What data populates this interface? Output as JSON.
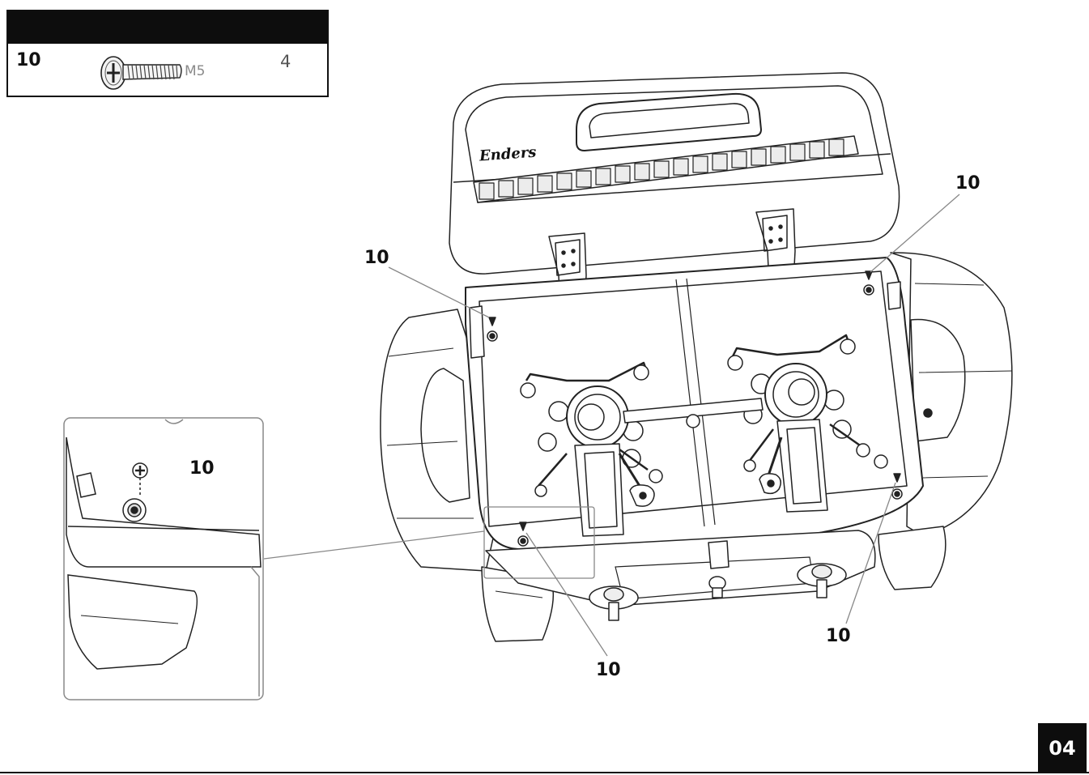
{
  "parts_table": {
    "part_number": "10",
    "size": "M5",
    "quantity": "4",
    "icon": "screw-icon"
  },
  "brand_logo": "Enders",
  "callouts": {
    "rear_left": "10",
    "rear_right": "10",
    "front_left": "10",
    "front_right": "10",
    "detail": "10"
  },
  "page_number": "04"
}
